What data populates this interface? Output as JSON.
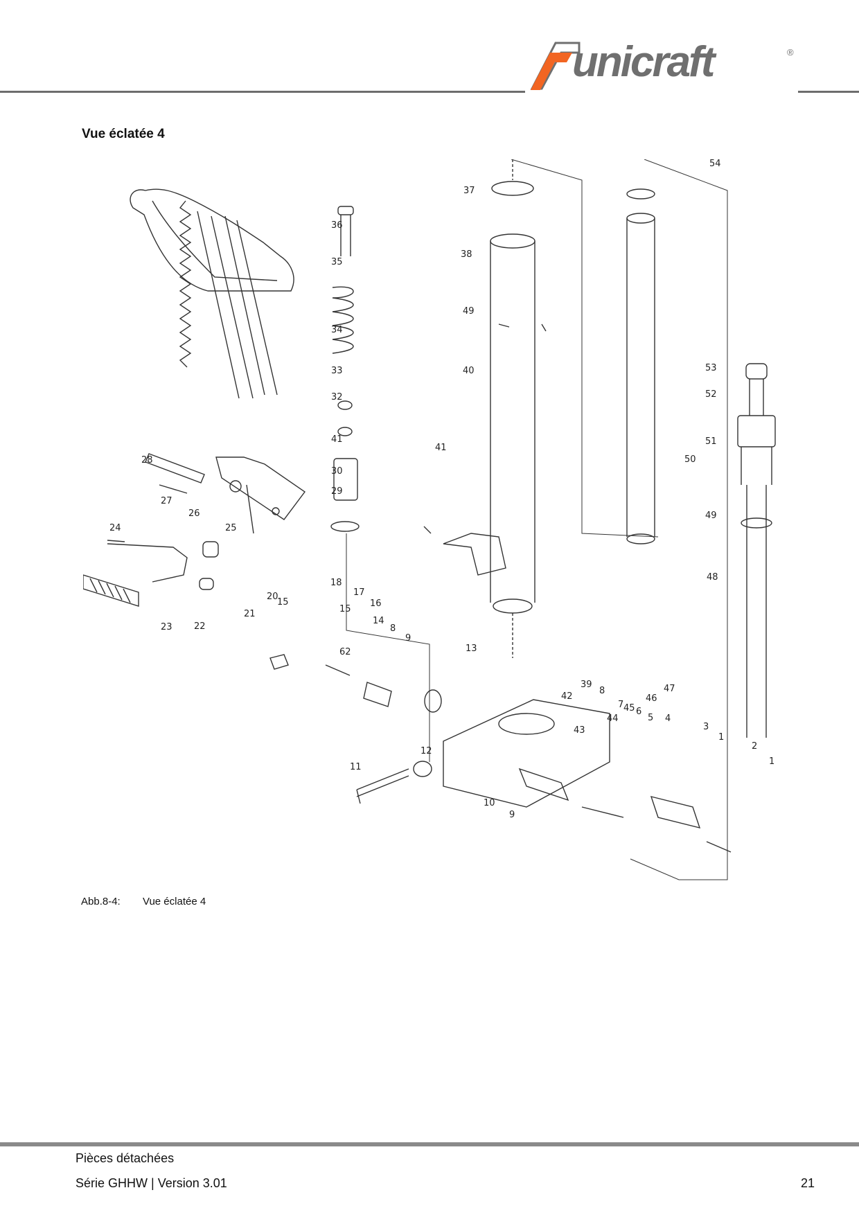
{
  "header": {
    "logo": {
      "brand": "unicraft",
      "registered": "®",
      "colors": {
        "accent": "#f26522",
        "text": "#6f6f6f"
      }
    }
  },
  "page_heading": "Vue éclatée 4",
  "figure": {
    "callouts": [
      "1",
      "2",
      "3",
      "4",
      "5",
      "6",
      "7",
      "8",
      "9",
      "10",
      "11",
      "12",
      "13",
      "14",
      "15",
      "16",
      "17",
      "18",
      "20",
      "21",
      "22",
      "23",
      "24",
      "25",
      "26",
      "27",
      "28",
      "29",
      "30",
      "32",
      "33",
      "34",
      "35",
      "36",
      "37",
      "38",
      "39",
      "40",
      "41",
      "42",
      "43",
      "44",
      "45",
      "46",
      "47",
      "48",
      "49",
      "50",
      "51",
      "52",
      "53",
      "54",
      "62"
    ],
    "caption_label": "Abb.8-4:",
    "caption_text": "Vue éclatée 4"
  },
  "footer": {
    "section": "Pièces détachées",
    "version": "Série GHHW |  Version 3.01",
    "page_number": "21"
  }
}
